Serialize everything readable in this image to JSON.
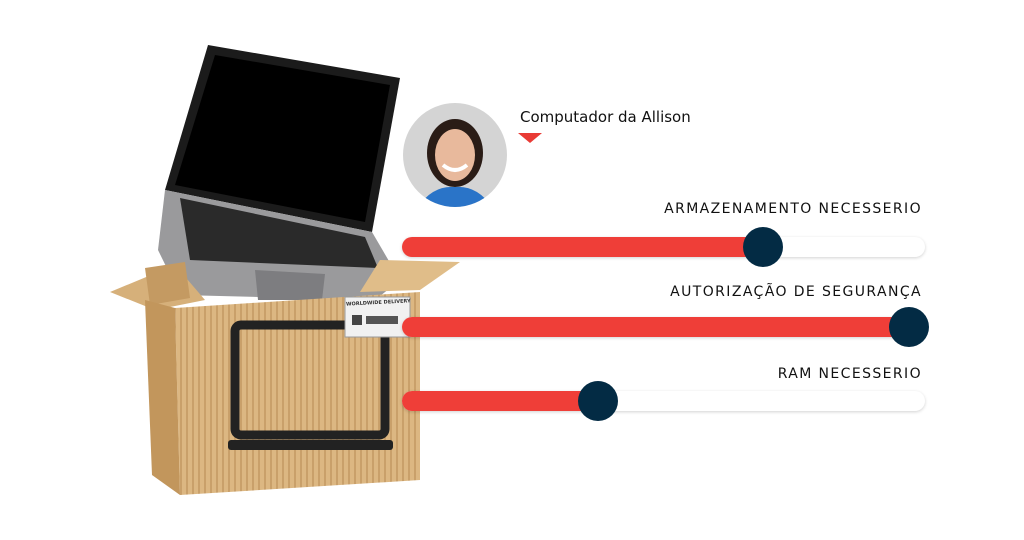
{
  "profile": {
    "owner_label": "Computador da Allison",
    "box_label_text": "WORLDWIDE DELIVERY"
  },
  "sliders": [
    {
      "label": "ARMAZENAMENTO NECESSERIO",
      "value": 0.69
    },
    {
      "label": "AUTORIZAÇÃO DE SEGURANÇA",
      "value": 0.97
    },
    {
      "label": "RAM NECESSERIO",
      "value": 0.375
    }
  ],
  "colors": {
    "accent": "#ef3e38",
    "knob": "#032b44",
    "box": "#d9b27c"
  }
}
